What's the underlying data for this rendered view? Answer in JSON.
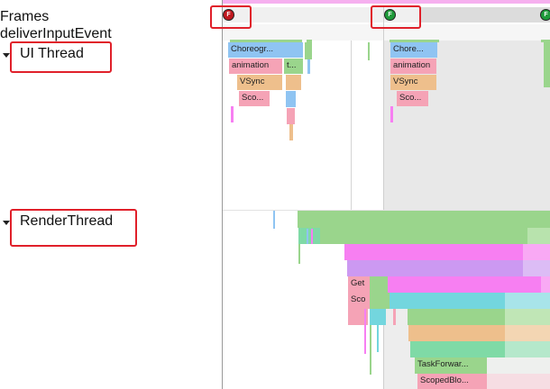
{
  "tracks": {
    "frames_label": "Frames",
    "event_label": "deliverInputEvent",
    "ui_thread_label": "UI Thread",
    "render_thread_label": "RenderThread"
  },
  "frame_markers": [
    {
      "letter": "F",
      "status": "janky",
      "color": "#c0181f"
    },
    {
      "letter": "F",
      "status": "ok",
      "color": "#1f9a3a"
    },
    {
      "letter": "F",
      "status": "ok",
      "color": "#1f9a3a"
    }
  ],
  "ui_slices_frame1": {
    "choreographer": "Choreogr...",
    "animation": "animation",
    "t": "t...",
    "vsync": "VSync",
    "scroll": "Sco..."
  },
  "ui_slices_frame2": {
    "choreographer": "Chore...",
    "animation": "animation",
    "vsync": "VSync",
    "scroll": "Sco..."
  },
  "render_slices": {
    "get": "Get",
    "scroll": "Sco",
    "task_forward": "TaskForwar...",
    "scoped_block": "ScopedBlo..."
  },
  "colors": {
    "highlight": "#e0202a",
    "selection_region": "#e8e8e8",
    "blue": "#8fc4f2",
    "pink": "#f5a3b6",
    "orange": "#eebf8c",
    "green": "#9ad58c",
    "magenta": "#f77ff2",
    "purple": "#cc99f2",
    "cyan": "#73d6de",
    "teal": "#7fdaa6"
  }
}
